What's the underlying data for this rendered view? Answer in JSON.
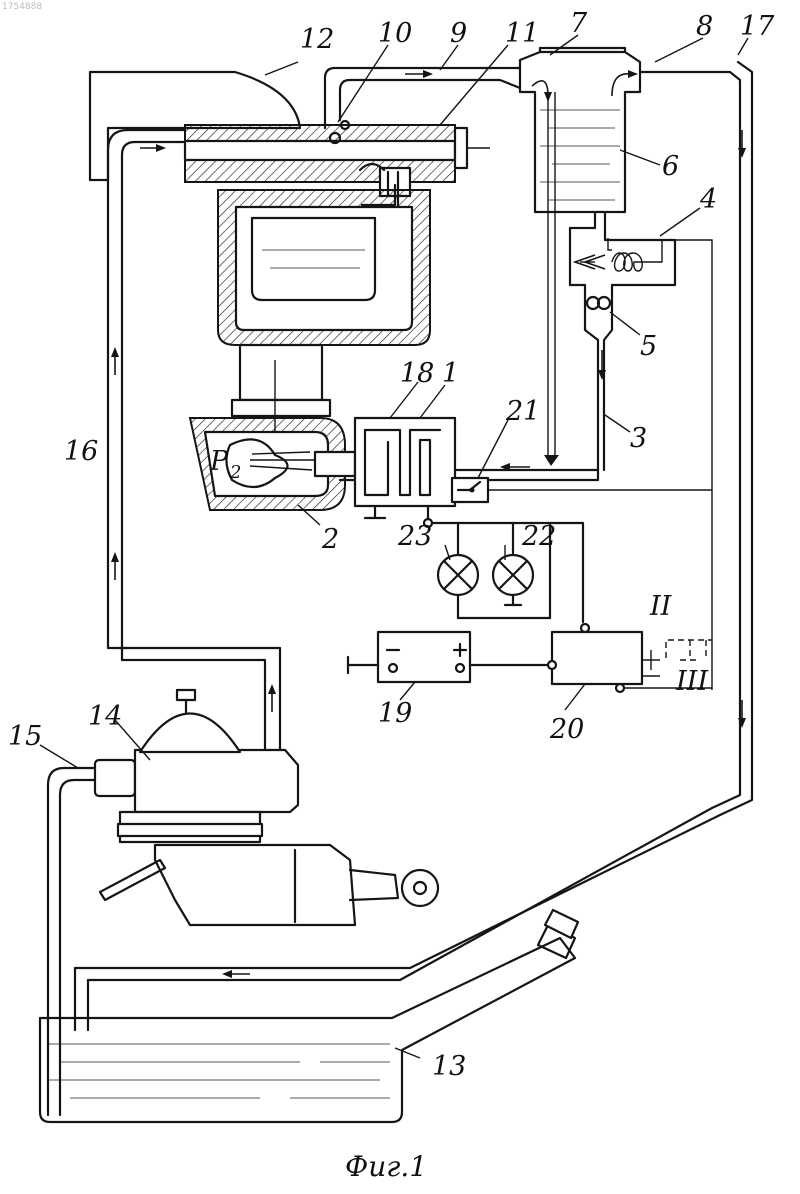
{
  "corner_mark": "1754888",
  "caption": "Фиг.1",
  "labels": {
    "n1": "1",
    "n2": "2",
    "n3": "3",
    "n4": "4",
    "n5": "5",
    "n6": "6",
    "n7": "7",
    "n8": "8",
    "n9": "9",
    "n10": "10",
    "n11": "11",
    "n12": "12",
    "n13": "13",
    "n14": "14",
    "n15": "15",
    "n16": "16",
    "n17": "17",
    "n18": "18",
    "n19": "19",
    "n20": "20",
    "n21": "21",
    "n22": "22",
    "n23": "23",
    "roman2": "II",
    "roman3": "III",
    "pressure": "P",
    "pressure_sub": "2",
    "plus": "+",
    "minus": "−"
  }
}
